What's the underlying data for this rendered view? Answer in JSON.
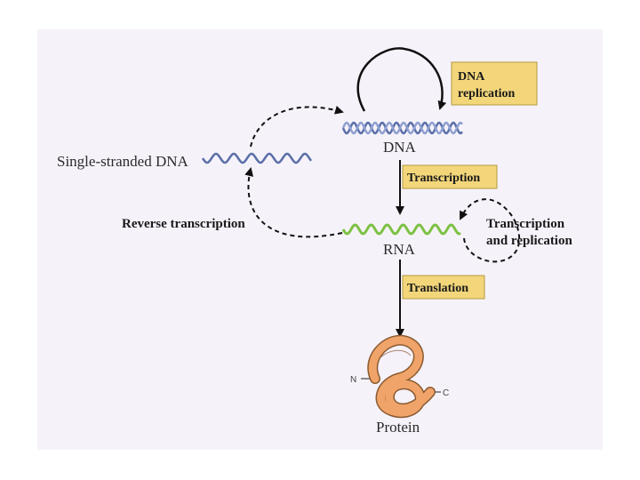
{
  "labels": {
    "dna": "DNA",
    "rna": "RNA",
    "protein": "Protein",
    "single_stranded_dna": "Single-stranded DNA",
    "reverse_transcription": "Reverse transcription",
    "transcription_and_replication_line1": "Transcription",
    "transcription_and_replication_line2": "and replication",
    "n_terminus": "N",
    "c_terminus": "C"
  },
  "boxes": {
    "dna_replication_line1": "DNA",
    "dna_replication_line2": "replication",
    "transcription": "Transcription",
    "translation": "Translation"
  },
  "colors": {
    "background_panel": "#f6f2fa",
    "box_fill": "#f3d67a",
    "box_stroke": "#b39a3e",
    "dna_strand": "#5b6fa8",
    "rna_strand": "#7cc242",
    "protein_fill": "#f0a46a",
    "protein_stroke": "#8a5a30",
    "arrow": "#111111"
  }
}
